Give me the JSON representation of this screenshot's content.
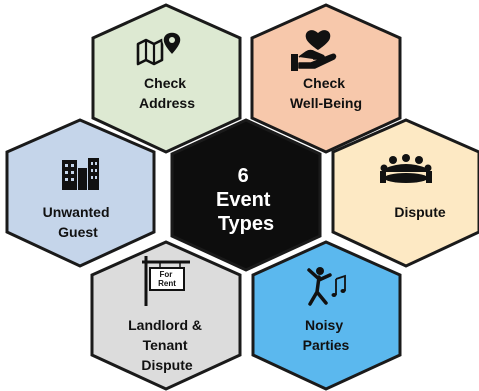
{
  "center": {
    "lines": [
      "6",
      "Event",
      "Types"
    ],
    "fill": "#0d0d0d",
    "text_color": "#ffffff"
  },
  "hexagons": [
    {
      "id": "check-address",
      "lines": [
        "Check",
        "Address"
      ],
      "fill": "#dde9d2",
      "icon": "map-pin-icon"
    },
    {
      "id": "check-well-being",
      "lines": [
        "Check",
        "Well-Being"
      ],
      "fill": "#f7c8ab",
      "icon": "heart-hand-icon"
    },
    {
      "id": "unwanted-guest",
      "lines": [
        "Unwanted",
        "Guest"
      ],
      "fill": "#c5d5ea",
      "icon": "buildings-icon"
    },
    {
      "id": "dispute",
      "lines": [
        "Dispute"
      ],
      "fill": "#fde9c4",
      "icon": "group-meeting-icon"
    },
    {
      "id": "landlord-tenant-dispute",
      "lines": [
        "Landlord &",
        "Tenant",
        "Dispute"
      ],
      "fill": "#dcdcdc",
      "icon": "for-rent-sign-icon",
      "sign_lines": [
        "For",
        "Rent"
      ]
    },
    {
      "id": "noisy-parties",
      "lines": [
        "Noisy",
        "Parties"
      ],
      "fill": "#5bb8ee",
      "icon": "dancing-music-icon"
    }
  ],
  "stroke": "#1a1a1a",
  "text_color": "#111111"
}
